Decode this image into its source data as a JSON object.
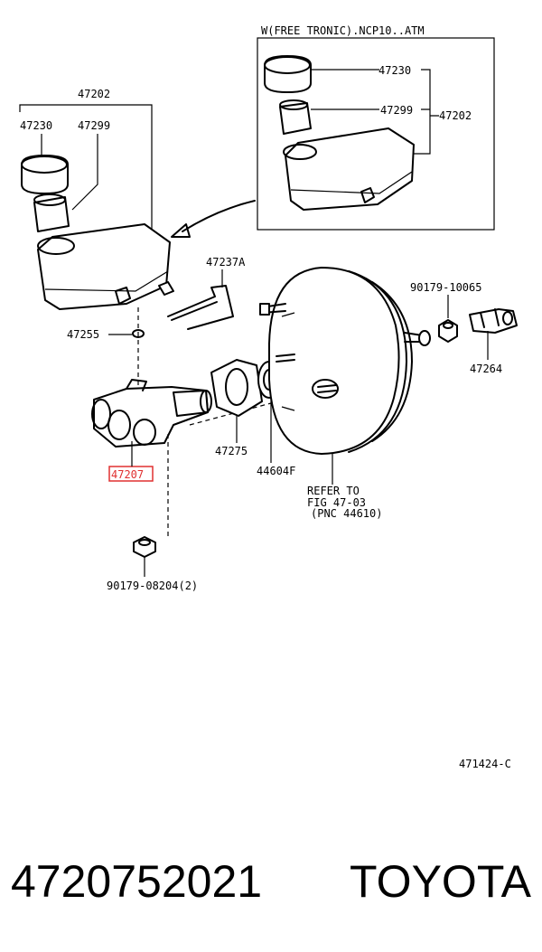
{
  "labels": {
    "inset_title": "W(FREE TRONIC).NCP10..ATM",
    "inset_47230": "47230",
    "inset_47299": "47299",
    "inset_47202": "47202",
    "l_47202": "47202",
    "l_47230": "47230",
    "l_47299": "47299",
    "l_47237a": "47237A",
    "l_90179_10065": "90179-10065",
    "l_47255": "47255",
    "l_47264": "47264",
    "l_47275": "47275",
    "l_44604f": "44604F",
    "l_47207": "47207",
    "refer_line1": "REFER TO",
    "refer_line2": "FIG 47-03",
    "refer_line3": "(PNC 44610)",
    "l_90179_08204": "90179-08204(2)",
    "figure_code": "471424-C"
  },
  "footer": {
    "part_number": "4720752021",
    "brand": "TOYOTA"
  },
  "colors": {
    "highlight": "#e03030",
    "line": "#000000"
  }
}
